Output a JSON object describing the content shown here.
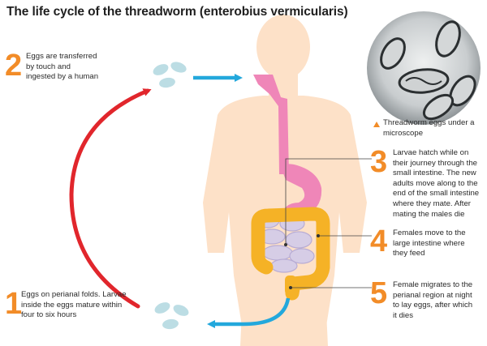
{
  "title": "The life cycle of the threadworm (enterobius vermicularis)",
  "caption": "Threadworm eggs under a microscope",
  "steps": [
    {
      "number": "2",
      "text": "Eggs are transferred by touch and ingested by a human"
    },
    {
      "number": "3",
      "text": "Larvae hatch while on their journey through the small intestine. The new adults move along to the end of the small intestine where they mate. After mating the males die"
    },
    {
      "number": "4",
      "text": "Females move to the large intestine where they feed"
    },
    {
      "number": "5",
      "text": "Female migrates to the perianal region at night to lay eggs, after which it dies"
    },
    {
      "number": "1",
      "text": "Eggs on perianal folds. Larvae inside the eggs mature within four to six hours"
    }
  ],
  "colors": {
    "body": "#fde1c8",
    "esophagus_stomach": "#ef86b8",
    "small_intestine": "#d6cde6",
    "large_intestine": "#f5b226",
    "red_arrow": "#e1262c",
    "blue_arrow": "#23a8dc",
    "eggs": "#bcdde4",
    "number": "#f28c28"
  }
}
